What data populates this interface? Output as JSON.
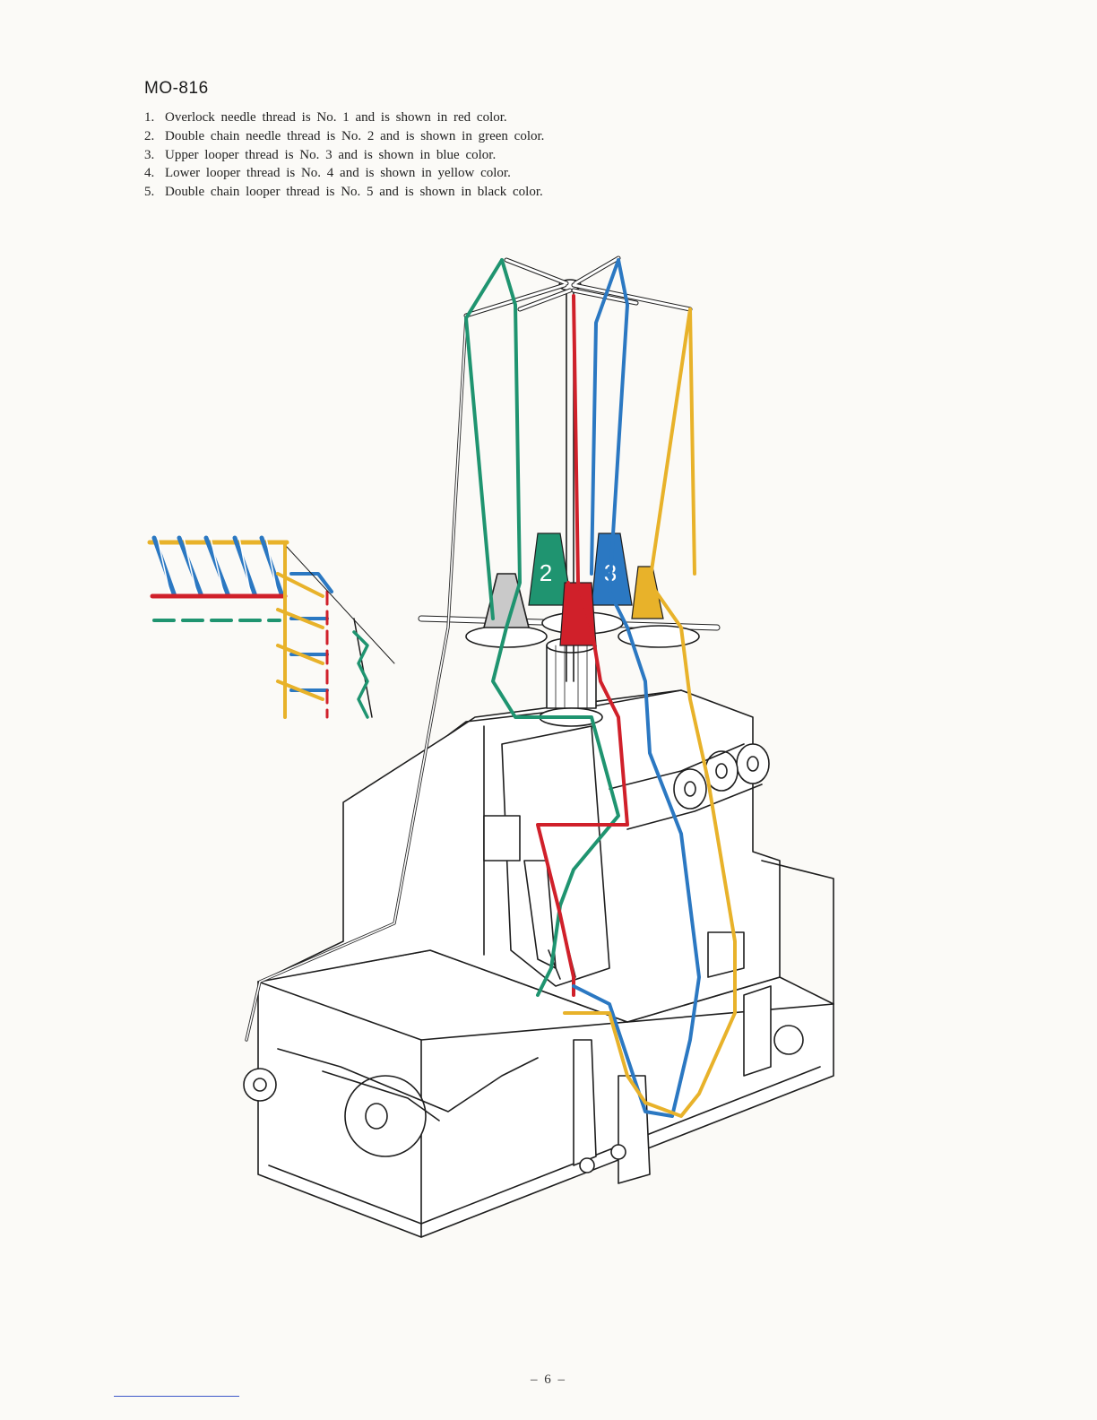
{
  "header": {
    "model": "MO-816"
  },
  "legend": [
    {
      "num": "1.",
      "text": "Overlock needle thread is No. 1 and is shown in red color."
    },
    {
      "num": "2.",
      "text": "Double chain needle thread is No. 2 and is shown in green color."
    },
    {
      "num": "3.",
      "text": "Upper looper thread is No. 3 and is shown in blue color."
    },
    {
      "num": "4.",
      "text": "Lower looper thread is No. 4 and is shown in yellow color."
    },
    {
      "num": "5.",
      "text": "Double chain looper thread is No. 5 and is shown in black color."
    }
  ],
  "diagram": {
    "cone_labels": [
      "2",
      "3"
    ],
    "thread_colors": {
      "overlock_needle": "#d0202a",
      "double_chain_needle": "#1f9470",
      "upper_looper": "#2b78c2",
      "lower_looper": "#e8b22a",
      "double_chain_looper": "#2a2a2a"
    }
  },
  "footer": {
    "page_number": "– 6 –"
  }
}
